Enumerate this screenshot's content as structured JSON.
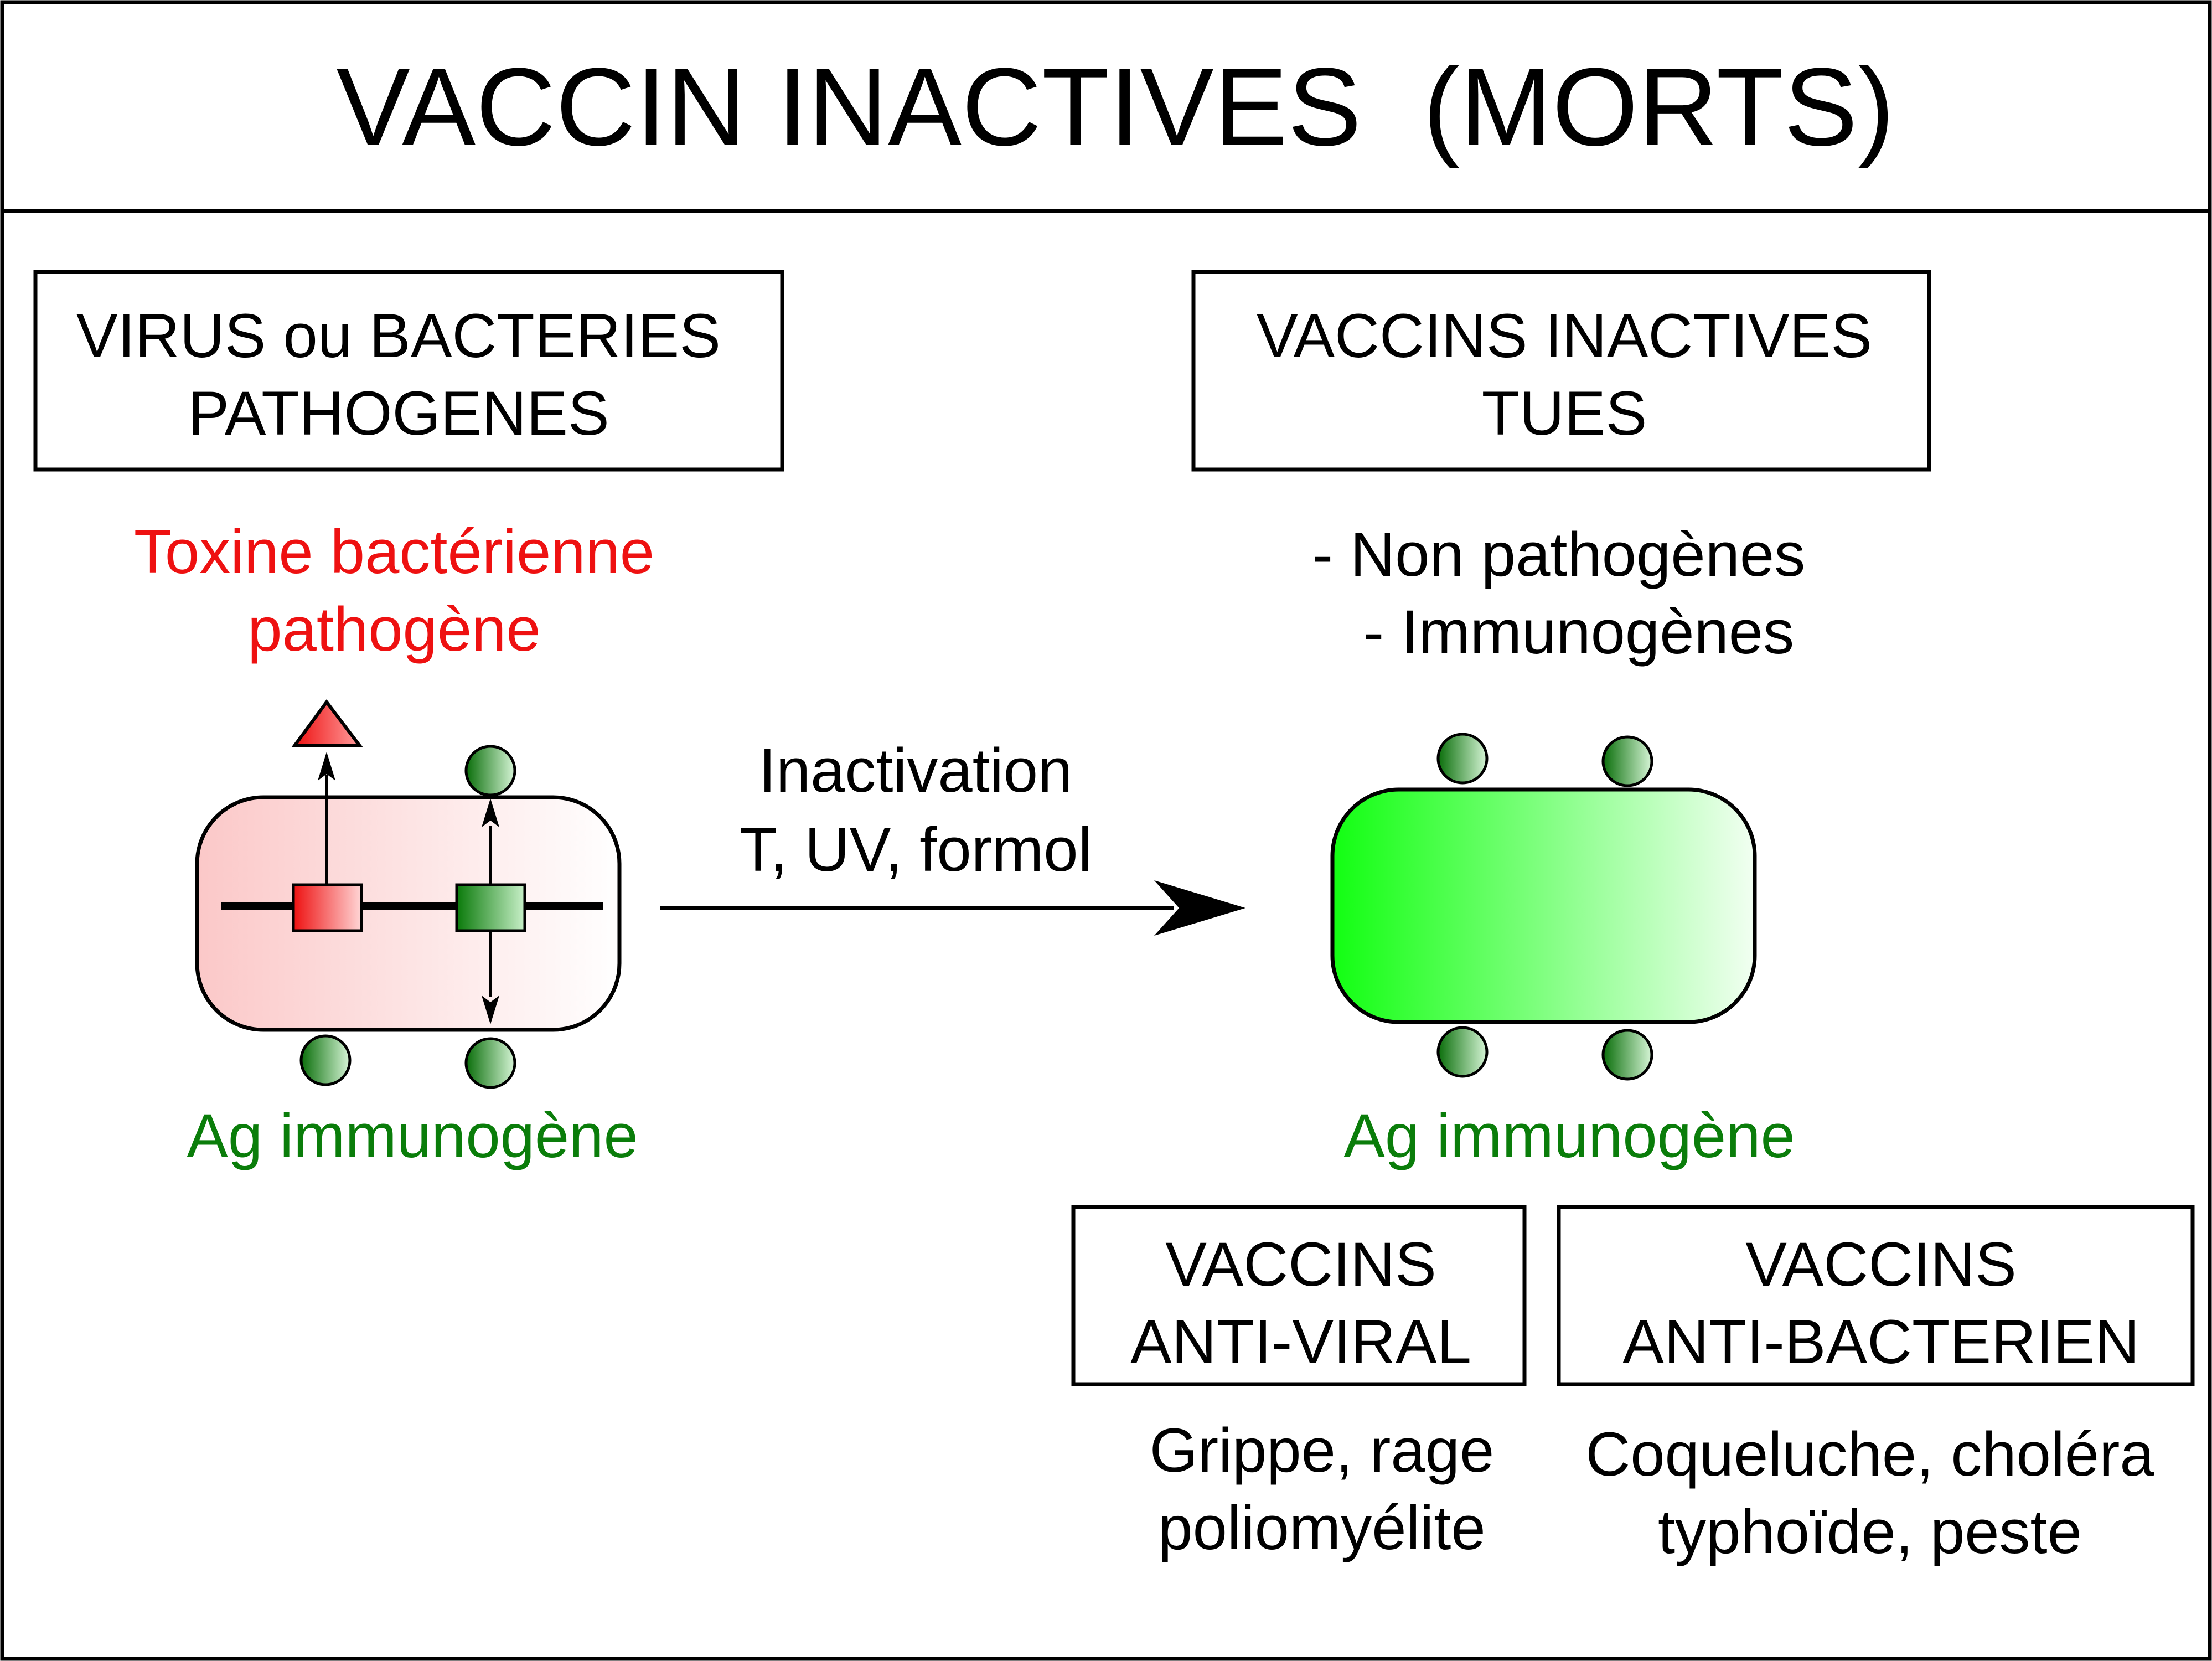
{
  "title": "VACCIN INACTIVES  (MORTS)",
  "left_box": {
    "line1": "VIRUS ou BACTERIES",
    "line2": "PATHOGENES"
  },
  "right_box": {
    "line1": "VACCINS INACTIVES",
    "line2": "TUES"
  },
  "toxin_label": {
    "line1": "Toxine bactérienne",
    "line2": "pathogène"
  },
  "properties": {
    "line1": "- Non pathogènes",
    "line2": "- Immunogènes"
  },
  "process": {
    "line1": "Inactivation",
    "line2": "T, UV, formol"
  },
  "antigen_label_left": "Ag immunogène",
  "antigen_label_right": "Ag immunogène",
  "antiviral_box": {
    "line1": "VACCINS",
    "line2": "ANTI-VIRAL"
  },
  "antibacterial_box": {
    "line1": "VACCINS",
    "line2": "ANTI-BACTERIEN"
  },
  "antiviral_examples": {
    "line1": "Grippe, rage",
    "line2": "poliomyélite"
  },
  "antibacterial_examples": {
    "line1": "Coqueluche, choléra",
    "line2": "typhoïde, peste"
  },
  "colors": {
    "toxin_red": "#ee1111",
    "antigen_green": "#0a7d0a",
    "vaccine_green": "#1bff1b",
    "pathogen_pink": "#fbc8c8"
  },
  "icons": {
    "toxin": "red-triangle-icon",
    "antigen": "green-circle-icon"
  }
}
